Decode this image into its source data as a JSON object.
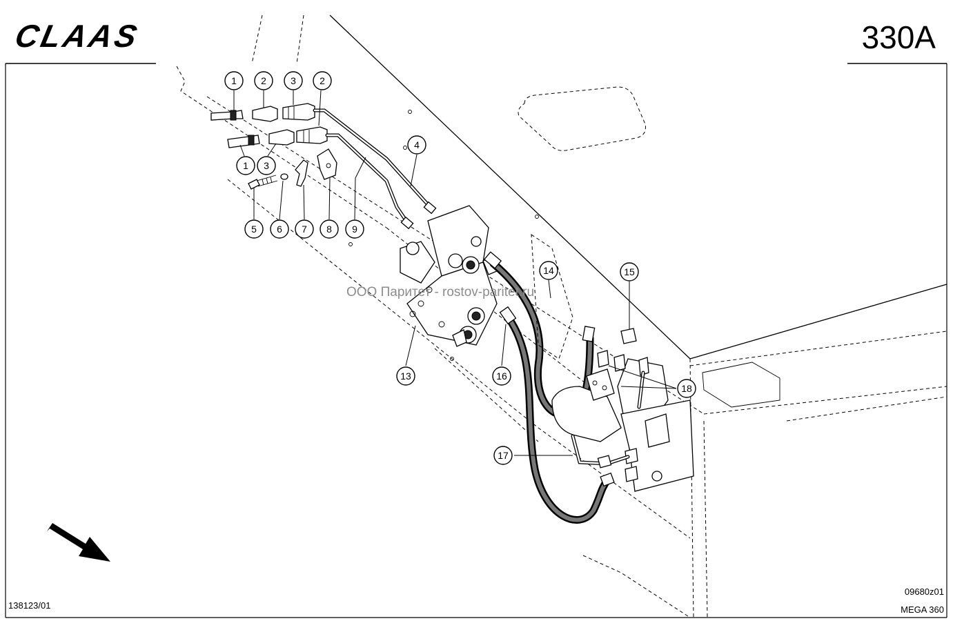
{
  "header": {
    "brand_logo_text": "CLAAS",
    "page_code": "330A"
  },
  "callouts": [
    {
      "id": "c1a",
      "label": "1"
    },
    {
      "id": "c2a",
      "label": "2"
    },
    {
      "id": "c3a",
      "label": "3"
    },
    {
      "id": "c2b",
      "label": "2"
    },
    {
      "id": "c1b",
      "label": "1"
    },
    {
      "id": "c3b",
      "label": "3"
    },
    {
      "id": "c4",
      "label": "4"
    },
    {
      "id": "c5",
      "label": "5"
    },
    {
      "id": "c6",
      "label": "6"
    },
    {
      "id": "c7",
      "label": "7"
    },
    {
      "id": "c8",
      "label": "8"
    },
    {
      "id": "c9",
      "label": "9"
    },
    {
      "id": "c13",
      "label": "13"
    },
    {
      "id": "c14",
      "label": "14"
    },
    {
      "id": "c15",
      "label": "15"
    },
    {
      "id": "c16",
      "label": "16"
    },
    {
      "id": "c17",
      "label": "17"
    },
    {
      "id": "c18",
      "label": "18"
    }
  ],
  "watermark": "ООО Паритет - rostov-paritet.ru",
  "footer": {
    "left_code": "138123/01",
    "right_code": "09680z01",
    "model": "MEGA 360"
  }
}
